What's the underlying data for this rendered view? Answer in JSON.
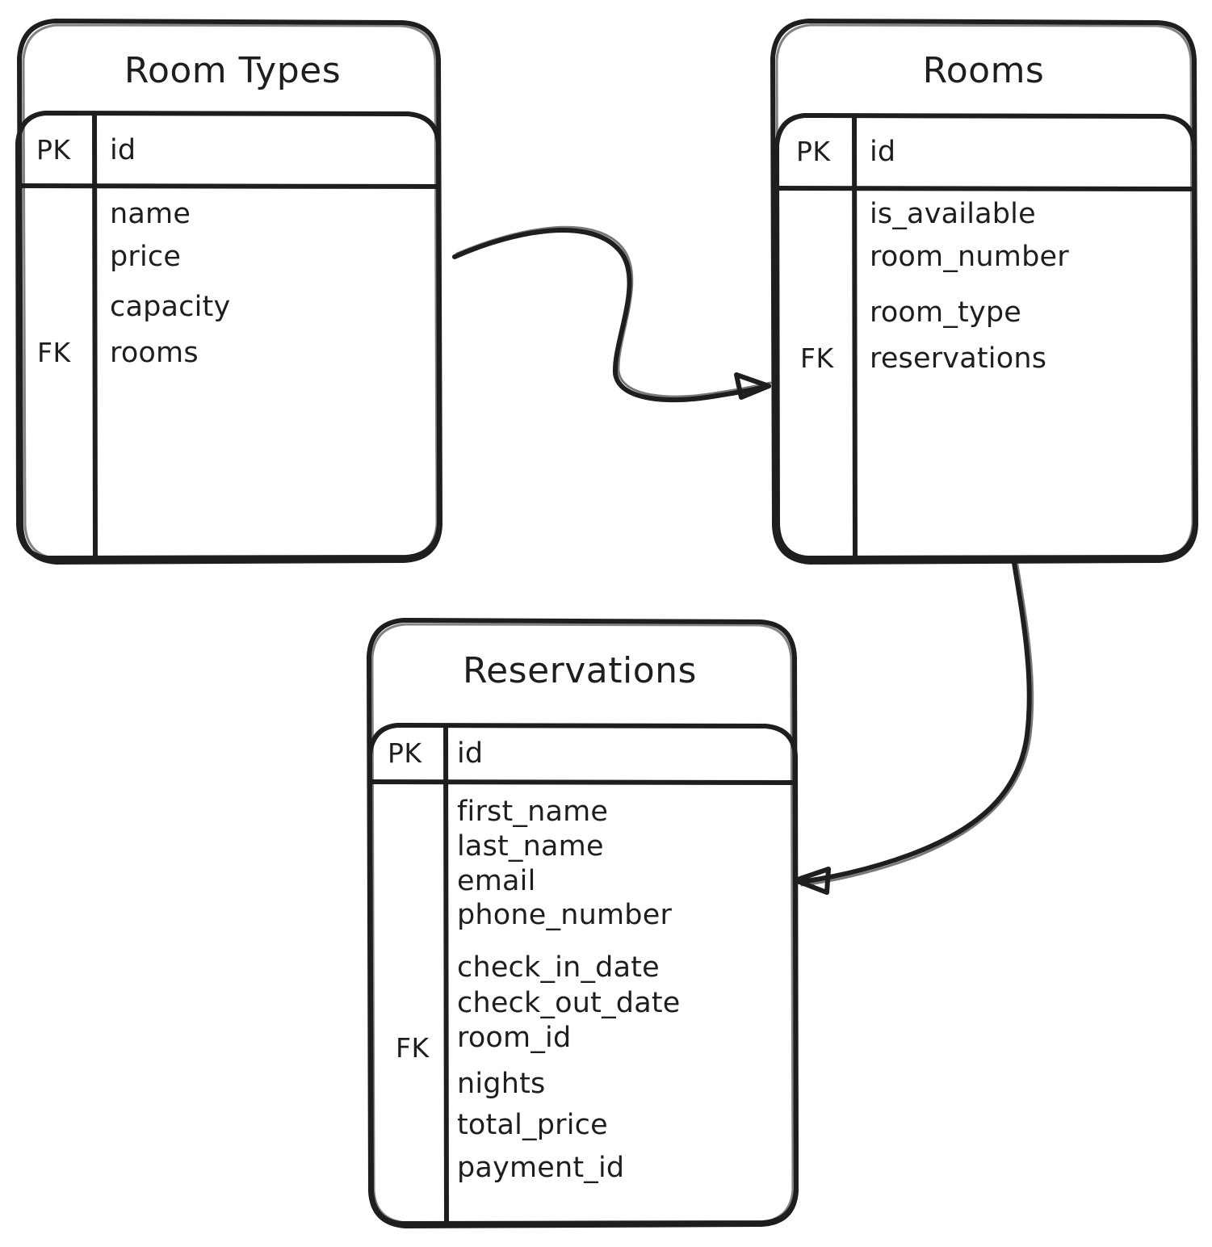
{
  "diagram": {
    "type": "entity-relationship-diagram",
    "style": "hand-drawn",
    "background_color": "#ffffff",
    "stroke_color": "#1e1e1e",
    "entities": [
      {
        "id": "room-types",
        "title": "Room Types",
        "primary_key_label": "PK",
        "primary_key_field": "id",
        "foreign_key_label": "FK",
        "fields": [
          "name",
          "price",
          "capacity",
          "rooms"
        ],
        "foreign_key_fields": [
          "rooms"
        ]
      },
      {
        "id": "rooms",
        "title": "Rooms",
        "primary_key_label": "PK",
        "primary_key_field": "id",
        "foreign_key_label": "FK",
        "fields": [
          "is_available",
          "room_number",
          "room_type",
          "reservations"
        ],
        "foreign_key_fields": [
          "reservations"
        ]
      },
      {
        "id": "reservations",
        "title": "Reservations",
        "primary_key_label": "PK",
        "primary_key_field": "id",
        "foreign_key_label": "FK",
        "fields": [
          "first_name",
          "last_name",
          "email",
          "phone_number",
          "check_in_date",
          "check_out_date",
          "room_id",
          "nights",
          "total_price",
          "payment_id"
        ],
        "foreign_key_fields": [
          "room_id"
        ]
      }
    ],
    "relationships": [
      {
        "id": "room-types-to-rooms",
        "from": "room-types",
        "to": "rooms",
        "arrow": "single-headed"
      },
      {
        "id": "rooms-to-reservations",
        "from": "rooms",
        "to": "reservations",
        "arrow": "single-headed"
      }
    ]
  }
}
